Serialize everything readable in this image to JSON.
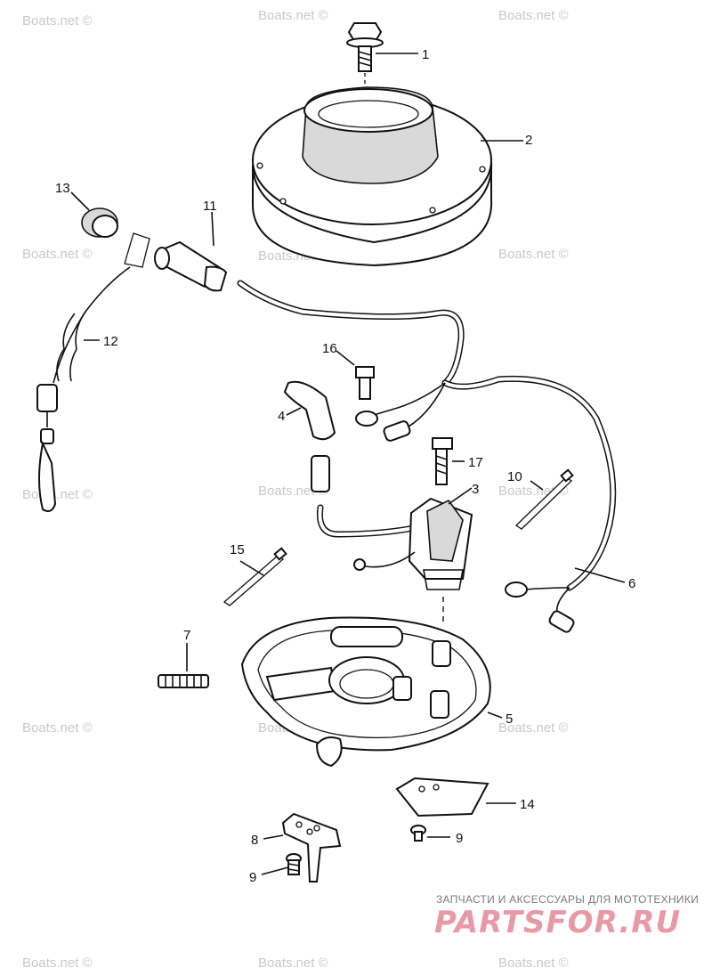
{
  "watermark": "Boats.net ©",
  "callouts": {
    "c1": "1",
    "c2": "2",
    "c3": "3",
    "c4": "4",
    "c5": "5",
    "c6": "6",
    "c7": "7",
    "c8": "8",
    "c9a": "9",
    "c9b": "9",
    "c10": "10",
    "c11": "11",
    "c12": "12",
    "c13": "13",
    "c14": "14",
    "c15": "15",
    "c16": "16",
    "c17": "17"
  },
  "branding": {
    "caption": "ЗАПЧАСТИ И АКСЕССУАРЫ ДЛЯ МОТОТЕХНИКИ",
    "logo": "PARTSFOR.RU",
    "logo_color": "#e79aa6"
  }
}
